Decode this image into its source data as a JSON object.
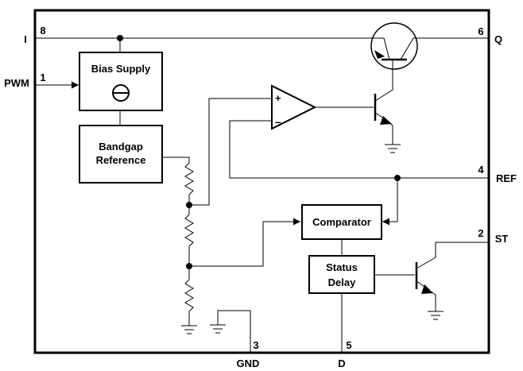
{
  "pins": {
    "i": {
      "label": "I",
      "number": "8"
    },
    "pwm": {
      "label": "PWM",
      "number": "1"
    },
    "q": {
      "label": "Q",
      "number": "6"
    },
    "ref": {
      "label": "REF",
      "number": "4"
    },
    "st": {
      "label": "ST",
      "number": "2"
    },
    "gnd": {
      "label": "GND",
      "number": "3"
    },
    "d": {
      "label": "D",
      "number": "5"
    }
  },
  "blocks": {
    "bias_supply": "Bias Supply",
    "bandgap_line1": "Bandgap",
    "bandgap_line2": "Reference",
    "comparator": "Comparator",
    "status_line1": "Status",
    "status_line2": "Delay"
  },
  "opamp": {
    "plus": "+",
    "minus": "–"
  }
}
